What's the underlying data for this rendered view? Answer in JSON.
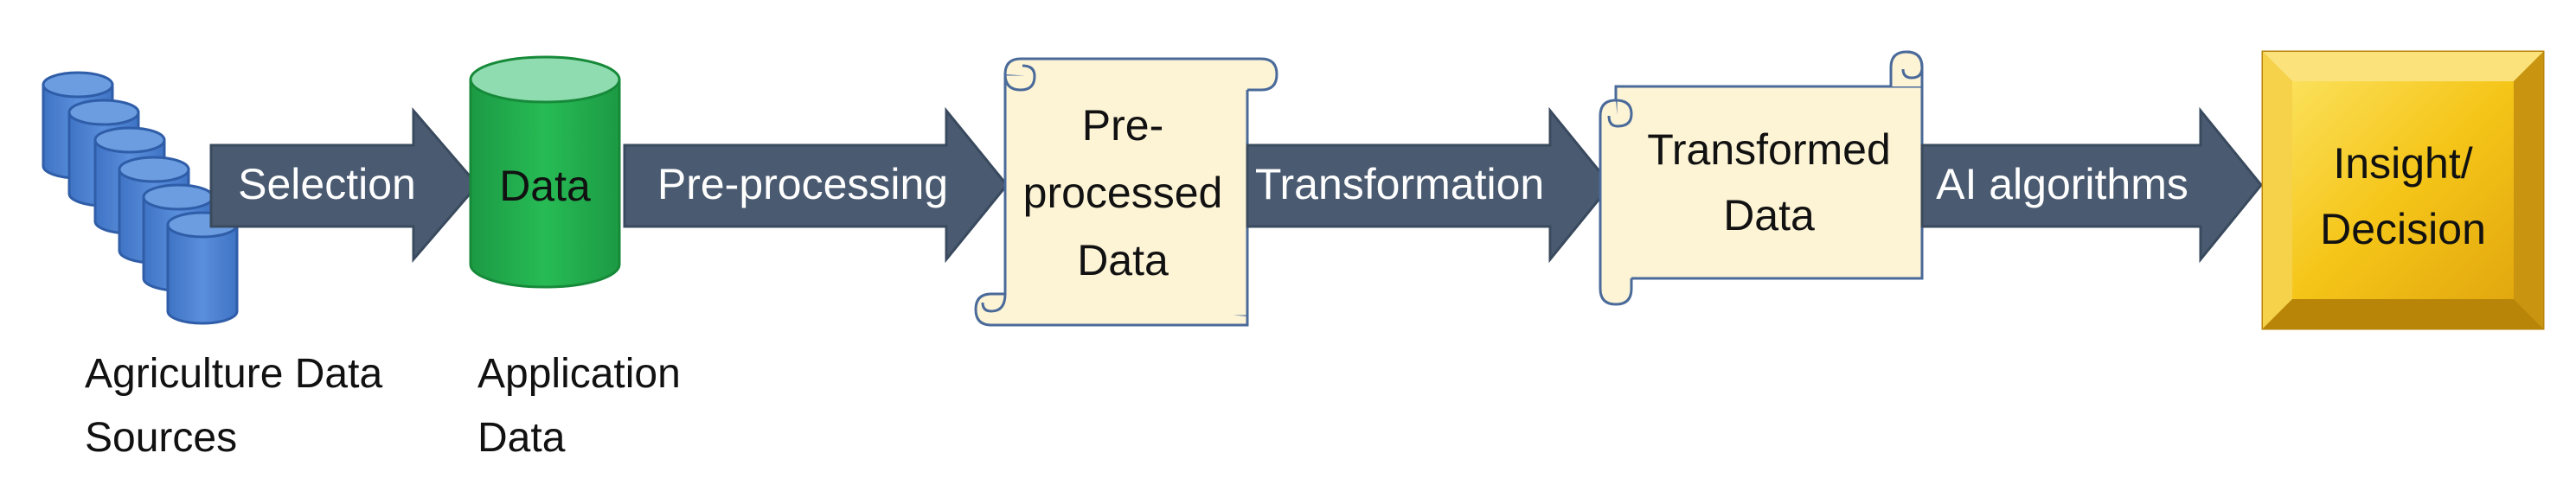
{
  "colors": {
    "arrow_fill": "#4a5a70",
    "arrow_stroke": "#3a4a5e",
    "cylinder_blue": "#4a7fcf",
    "cylinder_blue_top": "#6b9de0",
    "cylinder_green": "#22b04f",
    "cylinder_green_top": "#8fdcb0",
    "scroll_fill": "#fdf4d6",
    "scroll_stroke": "#4a6a9a",
    "gold": "#f2c21a",
    "gold_dark": "#c89510"
  },
  "sources": {
    "icon": "database-stack-icon",
    "caption_line1": "Agriculture Data",
    "caption_line2": "Sources"
  },
  "arrows": {
    "selection": "Selection",
    "preprocessing": "Pre-processing",
    "transformation": "Transformation",
    "ai_algorithms": "AI algorithms"
  },
  "data_node": {
    "icon": "database-cylinder-icon",
    "label": "Data",
    "caption_line1": "Application",
    "caption_line2": "Data"
  },
  "preprocessed": {
    "icon": "scroll-icon",
    "line1": "Pre-",
    "line2": "processed",
    "line3": "Data"
  },
  "transformed": {
    "icon": "scroll-icon",
    "line1": "Transformed",
    "line2": "Data"
  },
  "insight": {
    "icon": "bevel-box-icon",
    "line1": "Insight/",
    "line2": "Decision"
  }
}
